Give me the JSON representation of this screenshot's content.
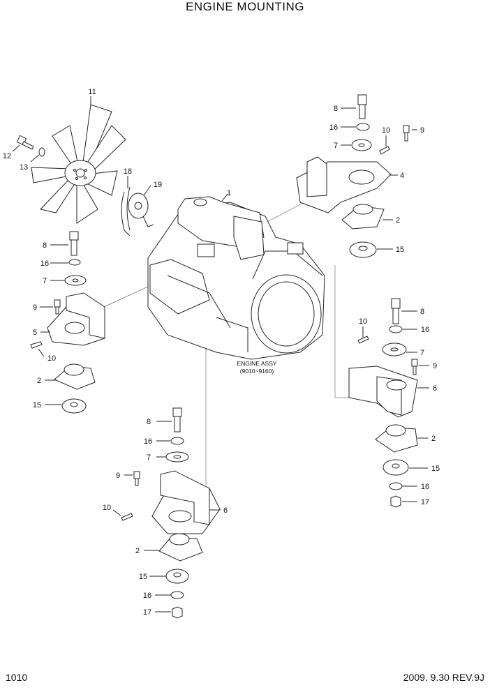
{
  "header": {
    "title": "ENGINE MOUNTING"
  },
  "footer": {
    "page_number": "1010",
    "revision": "2009. 9.30  REV.9J"
  },
  "diagram": {
    "engine_label": {
      "line1": "ENGINE ASSY",
      "line2": "(9010~9160)"
    },
    "callouts": {
      "c1": "1",
      "c2": "2",
      "c4": "4",
      "c5": "5",
      "c6": "6",
      "c7": "7",
      "c8": "8",
      "c9": "9",
      "c10": "10",
      "c11": "11",
      "c12": "12",
      "c13": "13",
      "c15": "15",
      "c16": "16",
      "c17": "17",
      "c18": "18",
      "c19": "19"
    }
  }
}
